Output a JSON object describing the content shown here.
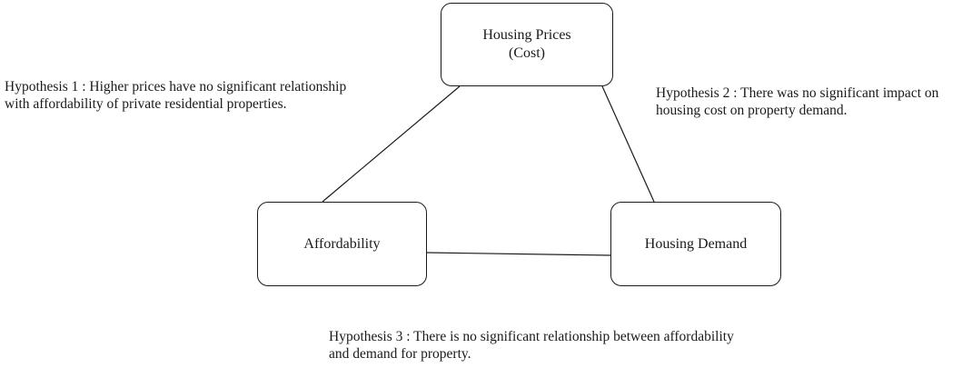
{
  "nodes": {
    "housing_prices": "Housing Prices (Cost)",
    "affordability": "Affordability",
    "housing_demand": "Housing Demand"
  },
  "hypotheses": {
    "h1": "Hypothesis 1 : Higher prices have no significant relationship with affordability of private residential properties.",
    "h2": "Hypothesis 2 :  There was no significant impact on housing cost on property demand.",
    "h3": "Hypothesis 3 :  There is no significant relationship between affordability and demand for property."
  },
  "colors": {
    "line": "#1a1a1a",
    "background": "#ffffff"
  }
}
